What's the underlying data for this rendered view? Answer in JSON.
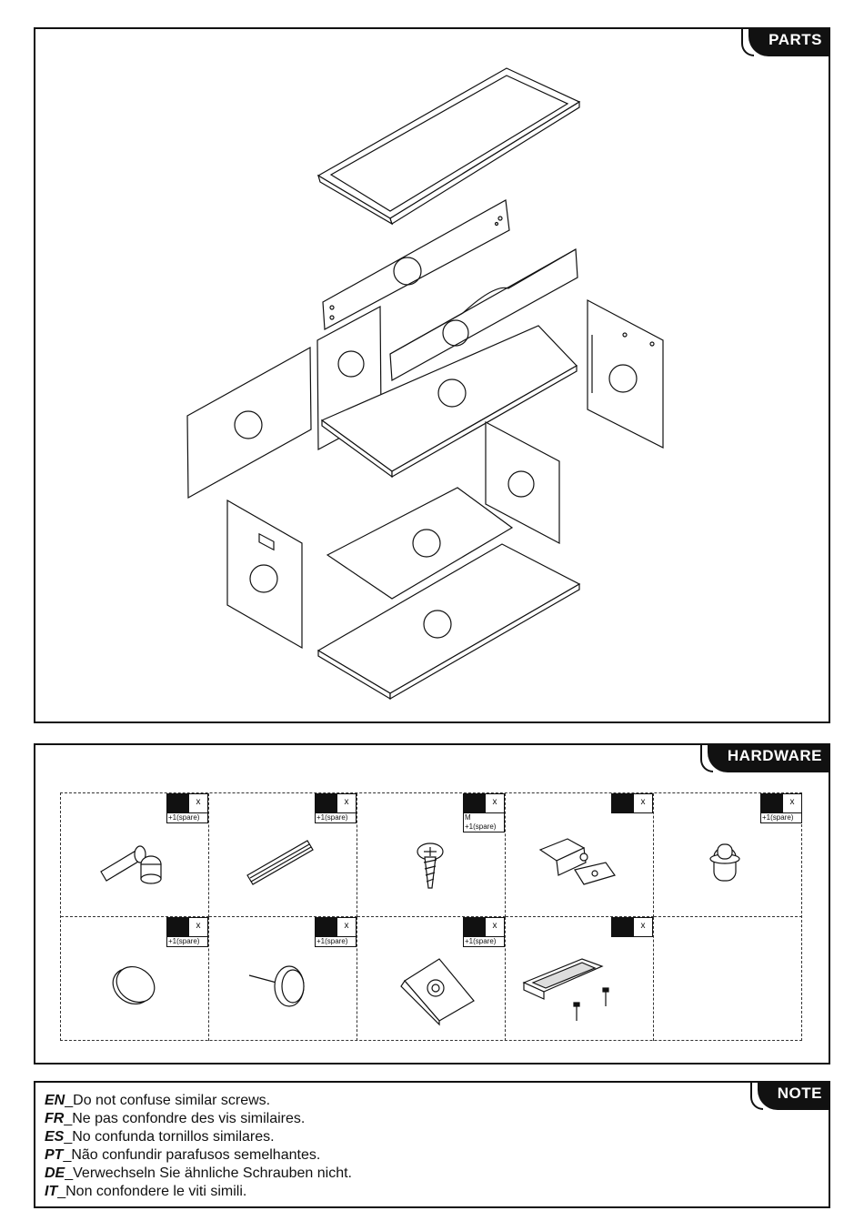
{
  "parts": {
    "tab": "PARTS"
  },
  "hardware": {
    "tab": "HARDWARE",
    "items": [
      {
        "icon": "cam-lock-fitting-icon",
        "qty_symbol": "x",
        "spare": "+1(spare)"
      },
      {
        "icon": "wooden-dowel-icon",
        "qty_symbol": "x",
        "spare": "+1(spare)"
      },
      {
        "icon": "screw-icon",
        "qty_symbol": "x",
        "size": "M",
        "spare": "+1(spare)"
      },
      {
        "icon": "hinge-icon",
        "qty_symbol": "x",
        "spare": ""
      },
      {
        "icon": "shelf-pin-icon",
        "qty_symbol": "x",
        "spare": "+1(spare)"
      },
      {
        "icon": "cover-cap-icon",
        "qty_symbol": "x",
        "spare": "+1(spare)"
      },
      {
        "icon": "nail-glide-icon",
        "qty_symbol": "x",
        "spare": "+1(spare)"
      },
      {
        "icon": "corner-bracket-icon",
        "qty_symbol": "x",
        "spare": "+1(spare)"
      },
      {
        "icon": "recessed-handle-icon",
        "qty_symbol": "x",
        "spare": ""
      }
    ]
  },
  "note": {
    "tab": "NOTE",
    "lines": [
      {
        "lang": "EN",
        "text": "_Do not confuse similar screws."
      },
      {
        "lang": "FR",
        "text": "_Ne pas confondre des vis similaires."
      },
      {
        "lang": "ES",
        "text": "_No confunda tornillos similares."
      },
      {
        "lang": "PT",
        "text": "_Não confundir parafusos semelhantes."
      },
      {
        "lang": "DE",
        "text": "_Verwechseln Sie ähnliche Schrauben nicht."
      },
      {
        "lang": "IT",
        "text": "_Non confondere le viti simili."
      }
    ]
  }
}
